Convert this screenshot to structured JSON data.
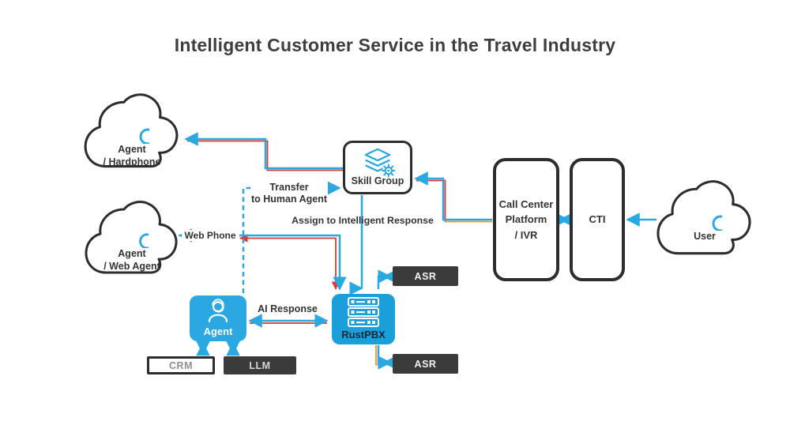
{
  "title": "Intelligent Customer Service in the Travel Industry",
  "colors": {
    "blue": "#29a9e1",
    "dark": "#2d2d2d",
    "box_fill": "#3b3b3b",
    "red": "#e03a2f",
    "orange": "#f7941d",
    "text": "#333333",
    "crm_text": "#8f8f8f",
    "llm_text": "#d6d6d6",
    "asr_text": "#f2f2f2",
    "agent_fill": "#2ba8e2",
    "rustpbx_fill": "#1b9fda",
    "rustpbx_text": "#16293a"
  },
  "nodes": {
    "agent_hardphone": {
      "label": "Agent\n/ Hardphone",
      "icon": "person-icon"
    },
    "agent_web_agent": {
      "label": "Agent\n/ Web Agent",
      "icon": "person-icon"
    },
    "user": {
      "label": "User",
      "icon": "person-icon"
    },
    "skill_group": {
      "label": "Skill Group",
      "icon": "layers-gear-icon"
    },
    "call_center": {
      "label": "Call Center\nPlatform\n/ IVR"
    },
    "cti": {
      "label": "CTI"
    },
    "asr_top": {
      "label": "ASR"
    },
    "asr_bottom": {
      "label": "ASR"
    },
    "agent": {
      "label": "Agent",
      "icon": "headset-agent-icon"
    },
    "rustpbx": {
      "label": "RustPBX",
      "icon": "server-rack-icon"
    },
    "crm": {
      "label": "CRM"
    },
    "llm": {
      "label": "LLM"
    }
  },
  "edge_labels": {
    "transfer": "Transfer\nto Human Agent",
    "assign": "Assign to Intelligent Response",
    "web_phone": "Web Phone",
    "ai_response": "AI Response"
  }
}
